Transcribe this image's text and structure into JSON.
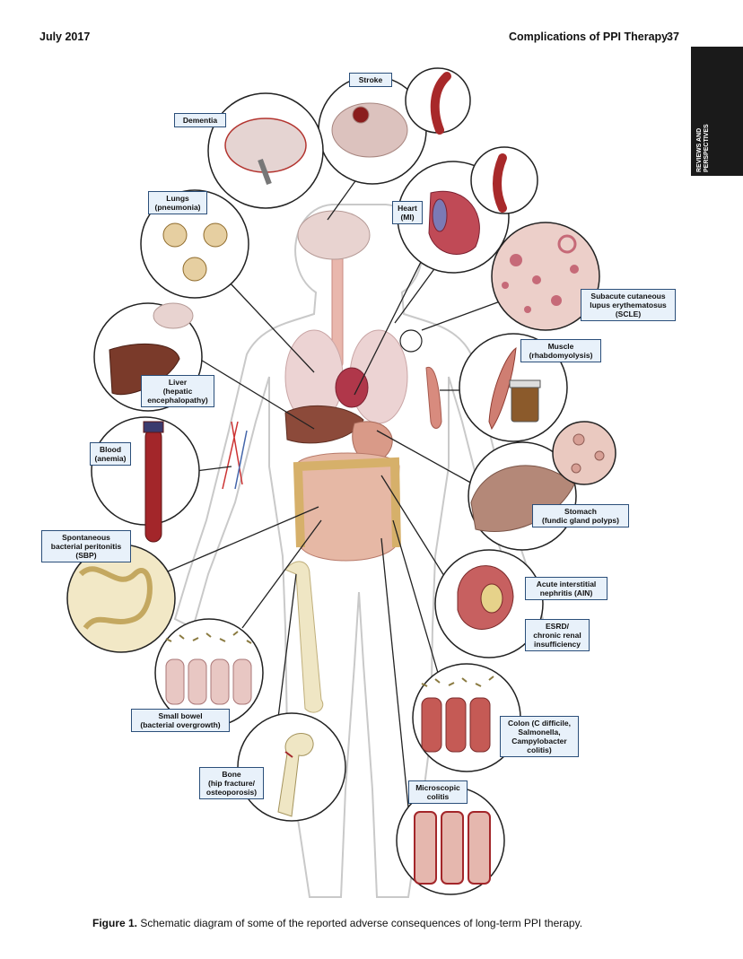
{
  "header": {
    "date": "July 2017",
    "running_title": "Complications of PPI Therapy",
    "page_number": "37"
  },
  "section_tab": "REVIEWS AND\nPERSPECTIVES",
  "labels": {
    "stroke": "Stroke",
    "dementia": "Dementia",
    "lungs": "Lungs\n(pneumonia)",
    "heart": "Heart\n(MI)",
    "scle": "Subacute cutaneous\nlupus erythematosus\n(SCLE)",
    "muscle": "Muscle\n(rhabdomyolysis)",
    "liver": "Liver\n(hepatic\nencephalopathy)",
    "blood": "Blood\n(anemia)",
    "stomach": "Stomach\n(fundic gland polyps)",
    "sbp": "Spontaneous\nbacterial peritonitis\n(SBP)",
    "ain": "Acute interstitial\nnephritis (AIN)",
    "esrd": "ESRD/\nchronic renal\ninsufficiency",
    "small_bowel": "Small bowel\n(bacterial overgrowth)",
    "colon": "Colon (C difficile,\nSalmonella,\nCampylobacter\ncolitis)",
    "bone": "Bone\n(hip fracture/\nosteoporosis)",
    "microscopic_colitis": "Microscopic\ncolitis"
  },
  "caption": {
    "figure_label": "Figure 1.",
    "text": " Schematic diagram of some of the reported adverse consequences of long-term PPI therapy."
  },
  "colors": {
    "label_fill": "#e8f1fa",
    "label_border": "#2b4f7a",
    "tab_bg": "#1a1a1a",
    "blood_red": "#a3262a",
    "tissue_pink": "#e8b9b3"
  }
}
